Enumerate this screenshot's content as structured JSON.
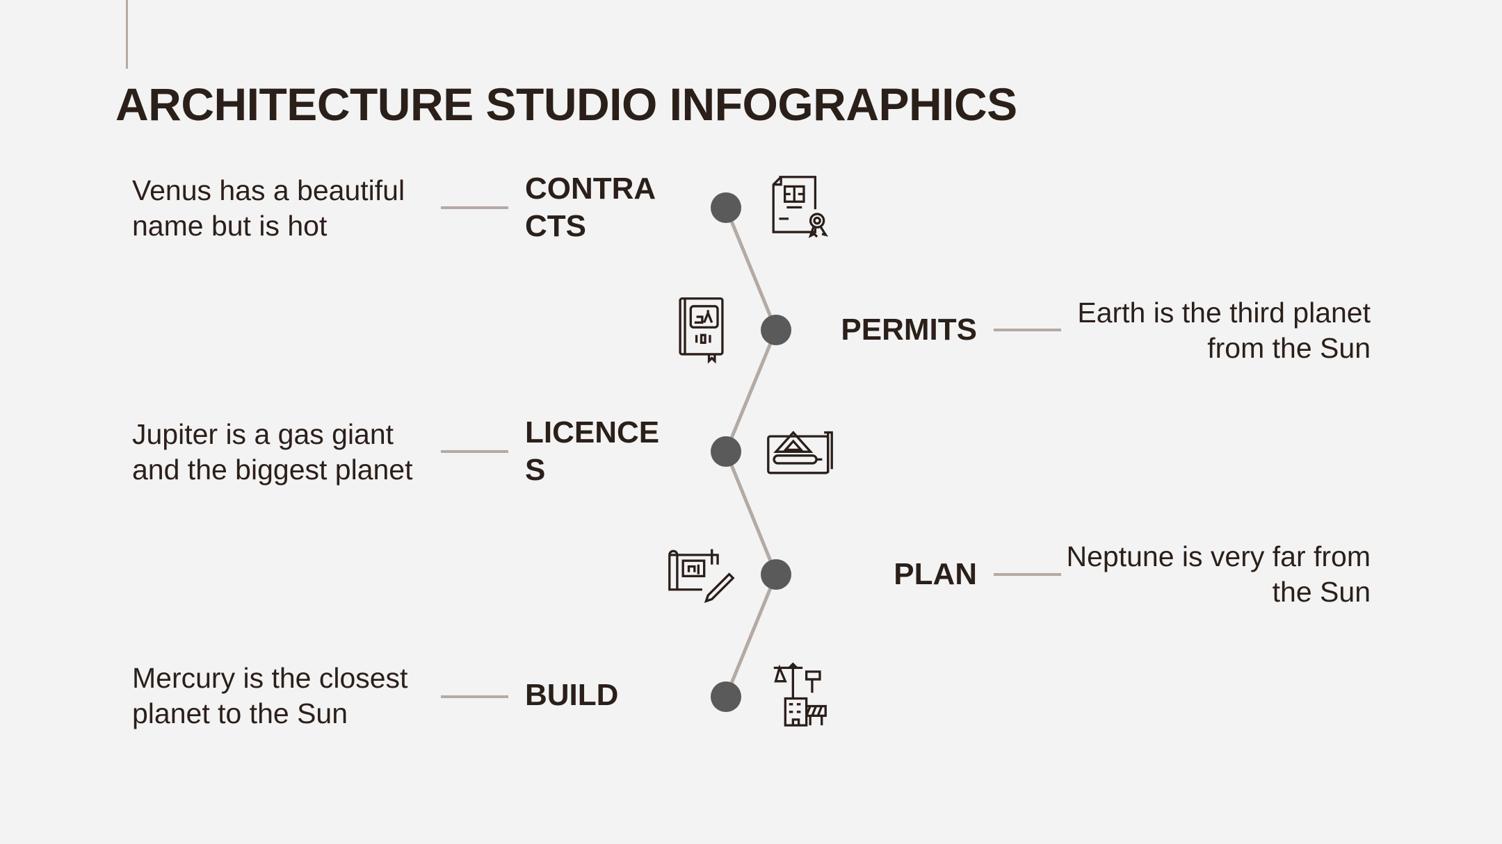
{
  "title": "ARCHITECTURE STUDIO INFOGRAPHICS",
  "steps": [
    {
      "label_line1": "CONTRA",
      "label_line2": "CTS",
      "description": "Venus has a beautiful name but is hot",
      "side": "left",
      "icon": "contract-certificate-icon"
    },
    {
      "label_line1": "PERMITS",
      "label_line2": "",
      "description": "Earth is the third planet from the Sun",
      "side": "right",
      "icon": "permit-book-icon"
    },
    {
      "label_line1": "LICENCE",
      "label_line2": "S",
      "description": "Jupiter is a gas giant and the biggest planet",
      "side": "left",
      "icon": "blueprint-ruler-icon"
    },
    {
      "label_line1": "PLAN",
      "label_line2": "",
      "description": "Neptune is very far from the Sun",
      "side": "right",
      "icon": "plan-pencil-icon"
    },
    {
      "label_line1": "BUILD",
      "label_line2": "",
      "description": "Mercury is the closest planet to the Sun",
      "side": "left",
      "icon": "construction-crane-icon"
    }
  ],
  "colors": {
    "background": "#f3f3f3",
    "text": "#2b1f1a",
    "line": "#b5aaa3",
    "dot": "#5a5a5a"
  }
}
